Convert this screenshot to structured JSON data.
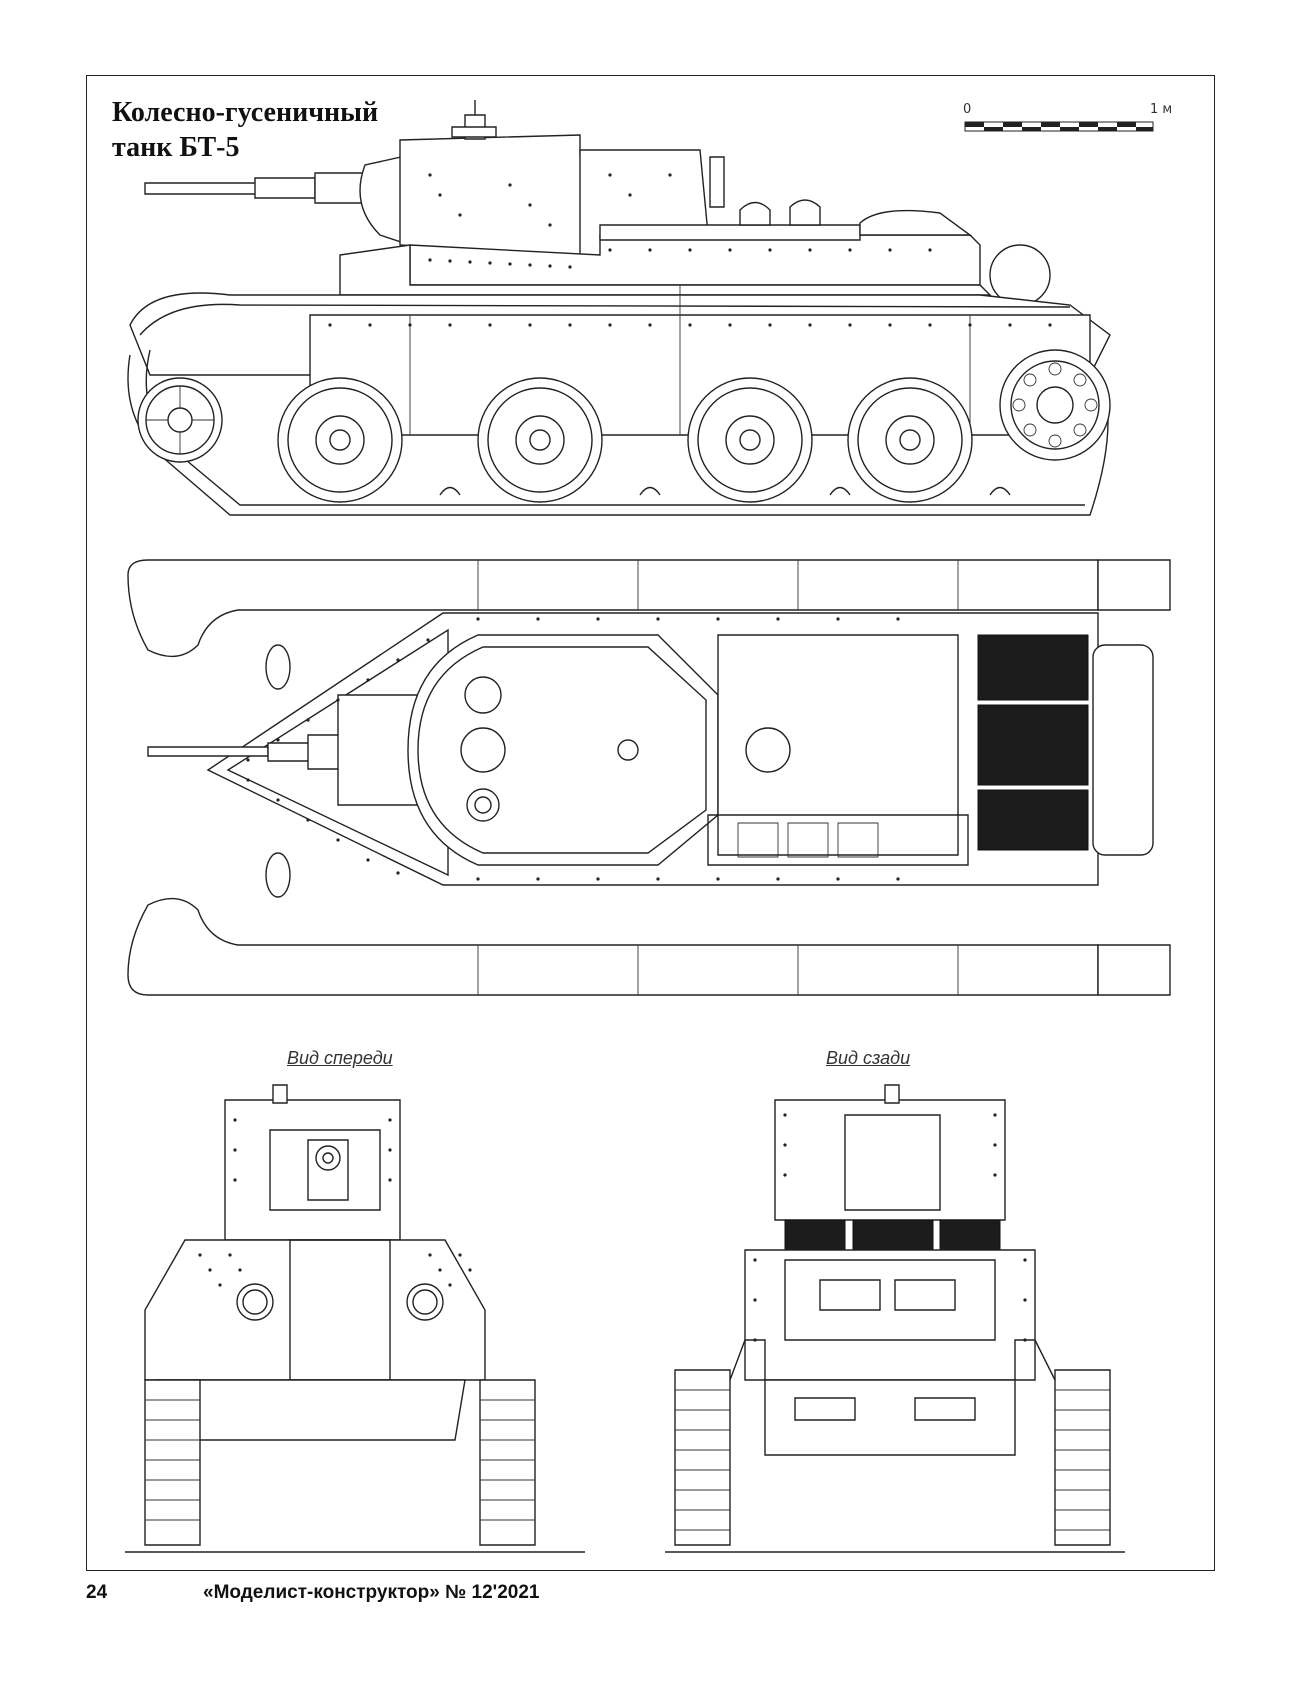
{
  "title": {
    "line1": "Колесно-гусеничный",
    "line2": "танк БТ-5"
  },
  "scale_bar": {
    "start_label": "0",
    "end_label": "1 м"
  },
  "views": {
    "front_caption": "Вид спереди",
    "rear_caption": "Вид сзади"
  },
  "footer": {
    "page_number": "24",
    "magazine": "«Моделист-конструктор» № 12'2021"
  }
}
